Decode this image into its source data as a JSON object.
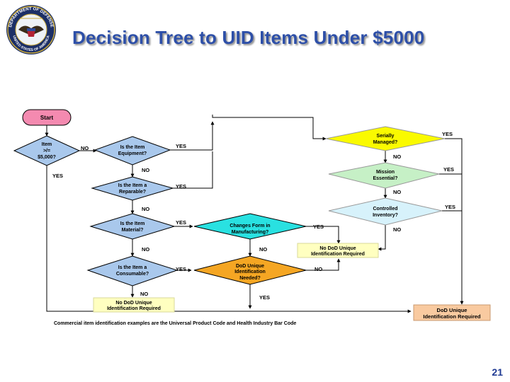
{
  "title": "Decision Tree to UID Items Under $5000",
  "seal": {
    "top_text": "DEPARTMENT OF DEFENSE",
    "bottom_text": "UNITED STATES OF AMERICA"
  },
  "nodes": {
    "start": "Start",
    "under5000": [
      "Item",
      ">/=",
      "$5,000?"
    ],
    "equipment": [
      "Is the Item",
      "Equipment?"
    ],
    "reparable": [
      "Is the Item a",
      "Reparable?"
    ],
    "material": [
      "Is the Item",
      "Material?"
    ],
    "consumable": [
      "Is the Item a",
      "Consumable?"
    ],
    "no_uid_left": [
      "No DoD Unique",
      "Identification Required"
    ],
    "serially": [
      "Serially",
      "Managed?"
    ],
    "mission": [
      "Mission",
      "Essential?"
    ],
    "controlled": [
      "Controlled",
      "Inventory?"
    ],
    "changes_form": [
      "Changes Form in",
      "Manufacturing?"
    ],
    "no_uid_mid": [
      "No DoD Unique",
      "Identification Required"
    ],
    "dod_uid_needed": [
      "DoD Unique",
      "Identification",
      "Needed?"
    ],
    "dod_uid_required": [
      "DoD Unique",
      "Identification Required"
    ]
  },
  "labels": {
    "yes": "YES",
    "no": "NO"
  },
  "footnote": "Commercial item identification examples are the Universal Product Code and Health Industry Bar Code",
  "page_number": "21",
  "colors": {
    "title": "#2d4fa8",
    "start": "#f48ab0",
    "left_diamond": "#a9c8ec",
    "serially": "#fafa00",
    "mission": "#c6f0c6",
    "controlled": "#d7f2fb",
    "changes_form": "#29e1e1",
    "dod_uid_needed": "#f5a623",
    "no_uid_box": "#ffffc0",
    "dod_uid_box": "#f9caa0"
  }
}
